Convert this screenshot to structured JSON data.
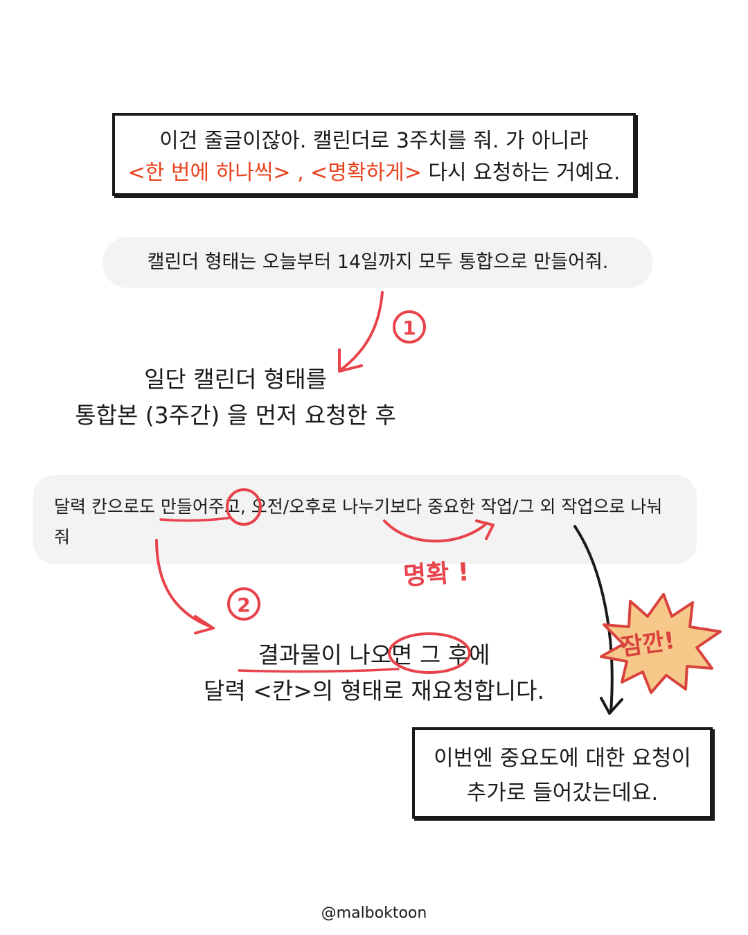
{
  "top_box": {
    "line1": "이건 줄글이잖아. 캘린더로 3주치를 줘. 가 아니라",
    "line2_red": "<한 번에 하나씩> , <명확하게>",
    "line2_rest": " 다시 요청하는 거예요."
  },
  "prompt1": "캘린더 형태는 오늘부터 14일까지 모두 통합으로 만들어줘.",
  "step1": {
    "line1": "일단 캘린더 형태를",
    "line2": "통합본 (3주간) 을 먼저 요청한 후"
  },
  "prompt2": "달력 칸으로도 만들어주고, 오전/오후로 나누기보다 중요한 작업/그 외 작업으로 나눠줘",
  "step2": {
    "line1": "결과물이 나오면 그 후에",
    "line2": "달력 <칸>의 형태로 재요청합니다."
  },
  "bottom_box": {
    "line1": "이번엔 중요도에 대한 요청이",
    "line2": "추가로 들어갔는데요."
  },
  "annotations": {
    "num1": "1",
    "num2": "2",
    "clear": "명확 !",
    "wait": "잠깐!"
  },
  "handle": "@malboktoon",
  "colors": {
    "accent_red": "#e8434b",
    "text_red": "#e8421e",
    "burst_fill": "#f6c98a"
  }
}
